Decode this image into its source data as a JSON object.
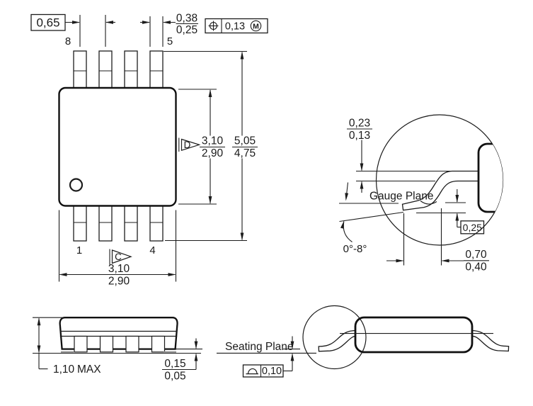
{
  "meta": {
    "background": "#ffffff",
    "line_color": "#1c1c1c",
    "drawing_type": "ic-package-outline-drawing"
  },
  "top_view": {
    "pitch": "0,65",
    "lead_width": {
      "max": "0,38",
      "min": "0,25"
    },
    "position_tolerance": {
      "symbol": "true-position",
      "value": "0,13",
      "modifier": "M"
    },
    "pins": {
      "p8": "8",
      "p5": "5",
      "p1": "1",
      "p4": "4"
    },
    "datum_d": "D",
    "datum_c": "C",
    "body_span": {
      "max": "3,10",
      "min": "2,90"
    },
    "overall_span": {
      "max": "5,05",
      "min": "4,75"
    },
    "body_width": {
      "max": "3,10",
      "min": "2,90"
    }
  },
  "lead_detail": {
    "thickness": {
      "max": "0,23",
      "min": "0,13"
    },
    "gauge_plane_label": "Gauge Plane",
    "gauge_offset": "0,25",
    "angle_range": "0°-8°",
    "foot_length": {
      "max": "0,70",
      "min": "0,40"
    }
  },
  "side_view": {
    "height_value": "1,10",
    "height_qualifier": "MAX",
    "standoff": {
      "max": "0,15",
      "min": "0,05"
    }
  },
  "seating_view": {
    "label": "Seating Plane",
    "flatness": {
      "symbol": "seating-plane",
      "value": "0,10"
    }
  }
}
